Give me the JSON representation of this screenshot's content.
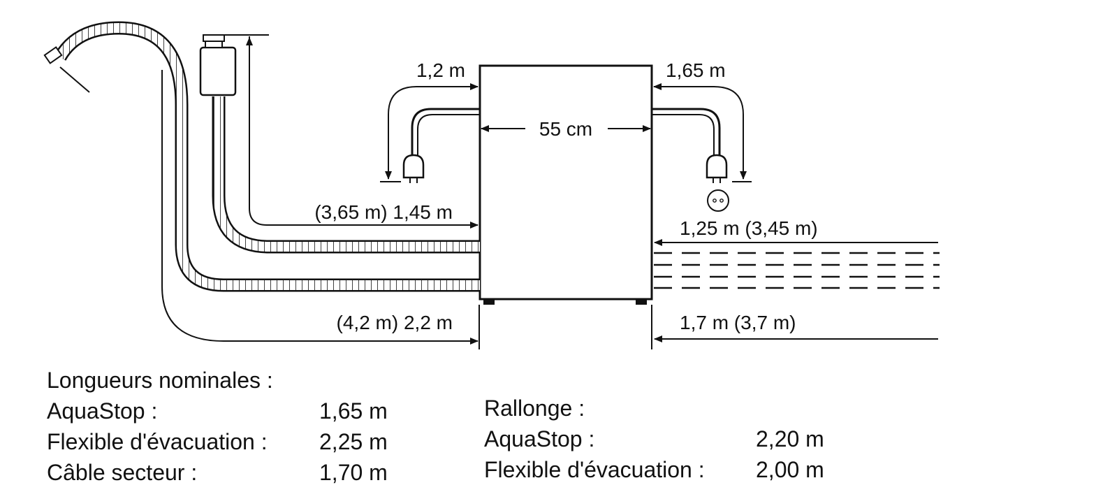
{
  "diagram": {
    "labels": {
      "aquastop_length": "1,2 m",
      "power_length": "1,65 m",
      "width": "55 cm",
      "drain_length": "(3,65 m) 1,45 m",
      "aquastop_floor": "(4,2 m) 2,2 m",
      "right_upper": "1,25 m (3,45 m)",
      "right_lower": "1,7 m (3,7 m)"
    },
    "icons": [
      "tap-icon",
      "aquastop-valve-icon",
      "plug-icon",
      "wall-socket-icon"
    ]
  },
  "legend": {
    "nominal": {
      "title": "Longueurs nominales :",
      "rows": [
        {
          "label": "AquaStop :",
          "value": "1,65 m"
        },
        {
          "label": "Flexible d'évacuation :",
          "value": "2,25 m"
        },
        {
          "label": "Câble secteur :",
          "value": "1,70 m"
        }
      ]
    },
    "extension": {
      "title": "Rallonge :",
      "rows": [
        {
          "label": "AquaStop :",
          "value": "2,20 m"
        },
        {
          "label": "Flexible d'évacuation :",
          "value": "2,00 m"
        }
      ]
    }
  }
}
